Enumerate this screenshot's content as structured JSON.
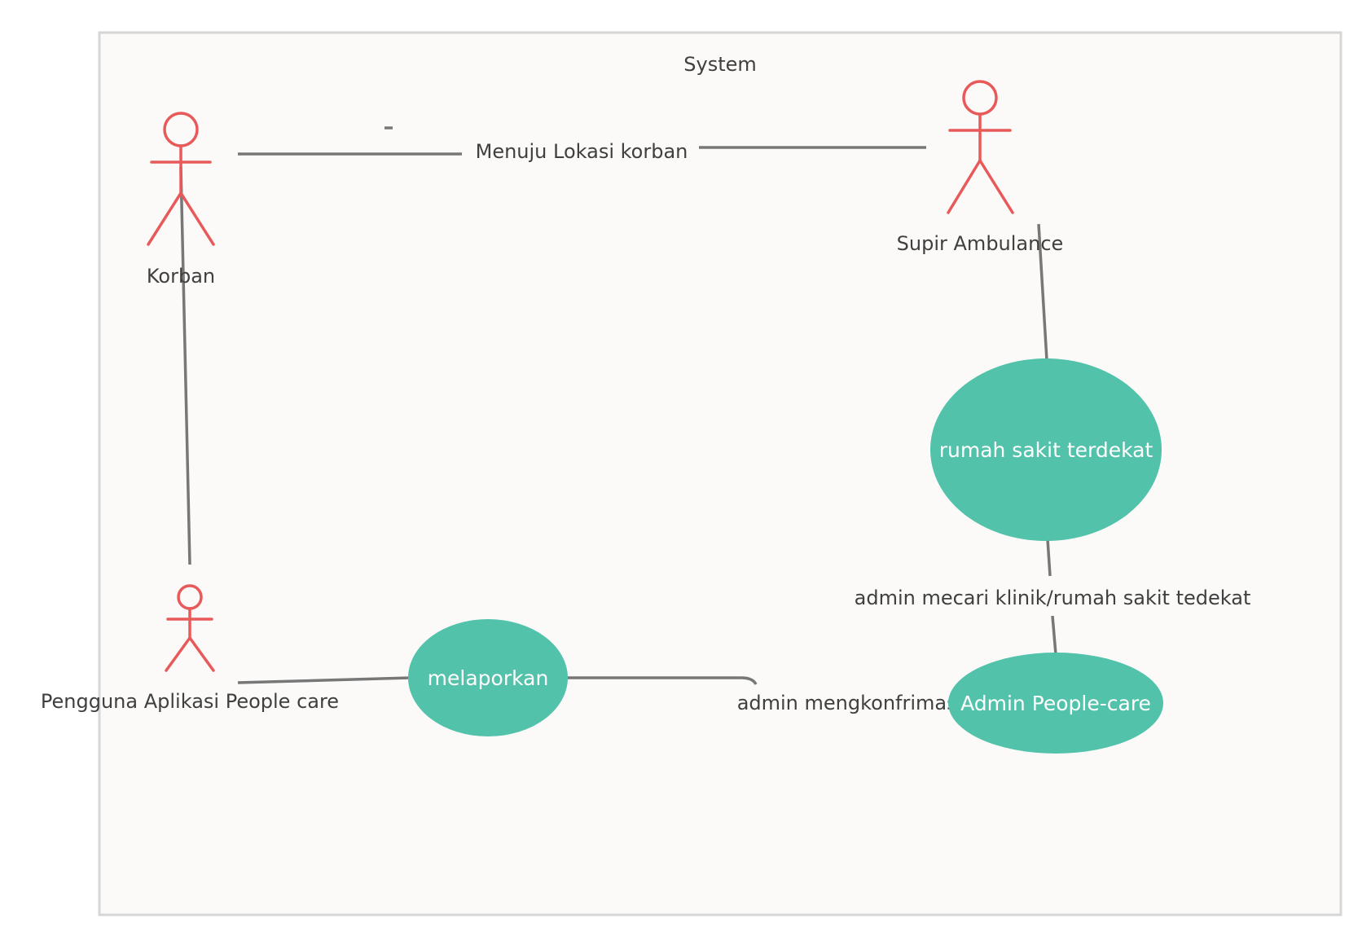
{
  "system": {
    "title": "System"
  },
  "actors": {
    "korban": "Korban",
    "supir": "Supir Ambulance",
    "pengguna": "Pengguna Aplikasi People care"
  },
  "use_cases": {
    "rumah_sakit": "rumah sakit terdekat",
    "melaporkan": "melaporkan",
    "admin": "Admin People-care"
  },
  "relations": {
    "menuju": "Menuju Lokasi korban",
    "dash": "-",
    "mecari": "admin mecari klinik/rumah sakit tedekat",
    "konfirmasi": "admin mengkonfrimasi"
  },
  "colors": {
    "actor": "#e85a5a",
    "use_case": "#52c2aa",
    "connector": "#777777",
    "system_border": "#d6d6d6",
    "system_fill": "#fbfaf9"
  }
}
